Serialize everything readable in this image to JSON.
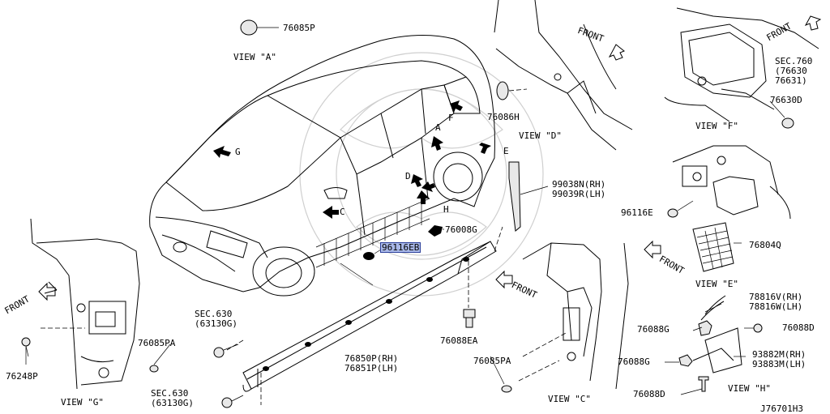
{
  "diagram_id": "J76701H3",
  "front_label": "FRONT",
  "views": {
    "a": "VIEW \"A\"",
    "c": "VIEW \"C\"",
    "d": "VIEW \"D\"",
    "e": "VIEW \"E\"",
    "f": "VIEW \"F\"",
    "g": "VIEW \"G\"",
    "h": "VIEW \"H\""
  },
  "callouts": [
    "A",
    "C",
    "D",
    "E",
    "F",
    "G",
    "H"
  ],
  "parts": {
    "p76085P": "76085P",
    "p76086H": "76086H",
    "p99038N": "99038N(RH)",
    "p99039R": "99039R(LH)",
    "sec760_1": "SEC.760",
    "sec760_2": "(76630",
    "sec760_3": "76631)",
    "p76630D": "76630D",
    "p96116E": "96116E",
    "p76804Q": "76804Q",
    "p76008G": "76008G",
    "p96116EB": "96116EB",
    "p76850P": "76850P(RH)",
    "p76851P": "76851P(LH)",
    "p76088EA": "76088EA",
    "p76085PA_1": "76085PA",
    "p76085PA_2": "76085PA",
    "sec630a_1": "SEC.630",
    "sec630a_2": "(63130G)",
    "sec630b_1": "SEC.630",
    "sec630b_2": "(63130G)",
    "p76248P": "76248P",
    "p78816V": "78816V(RH)",
    "p78816W": "78816W(LH)",
    "p76088G_1": "76088G",
    "p76088G_2": "76088G",
    "p76088D_1": "76088D",
    "p76088D_2": "76088D",
    "p93882M": "93882M(RH)",
    "p93883M": "93883M(LH)"
  }
}
